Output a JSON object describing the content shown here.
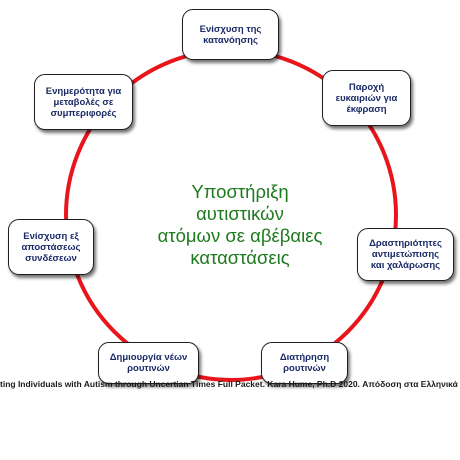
{
  "diagram": {
    "center_text": "Υποστήριξη αυτιστικών\nατόμων σε αβέβαιες\nκαταστάσεις",
    "nodes": [
      "Ενίσχυση της\nκατανόησης",
      "Παροχή\nευκαιριών για\nέκφραση",
      "Δραστηριότητες\nαντιμετώπισης\nκαι χαλάρωσης",
      "Διατήρηση\nρουτινών",
      "Δημιουργία νέων\nρουτινών",
      "Ενίσχυση εξ\nαποστάσεως\nσυνδέσεων",
      "Ενημερότητα για\nμεταβολές σε\nσυμπεριφορές"
    ],
    "colors": {
      "ring": "#e8161c",
      "center_text": "#1e7a1e",
      "node_text": "#1a2a66"
    }
  },
  "caption": "ting Individuals with Autism through Uncertian Times Full Packet. Kara Hume, Ph.D 2020.  Απόδοση στα Ελληνικά : Αλεξάνδ"
}
